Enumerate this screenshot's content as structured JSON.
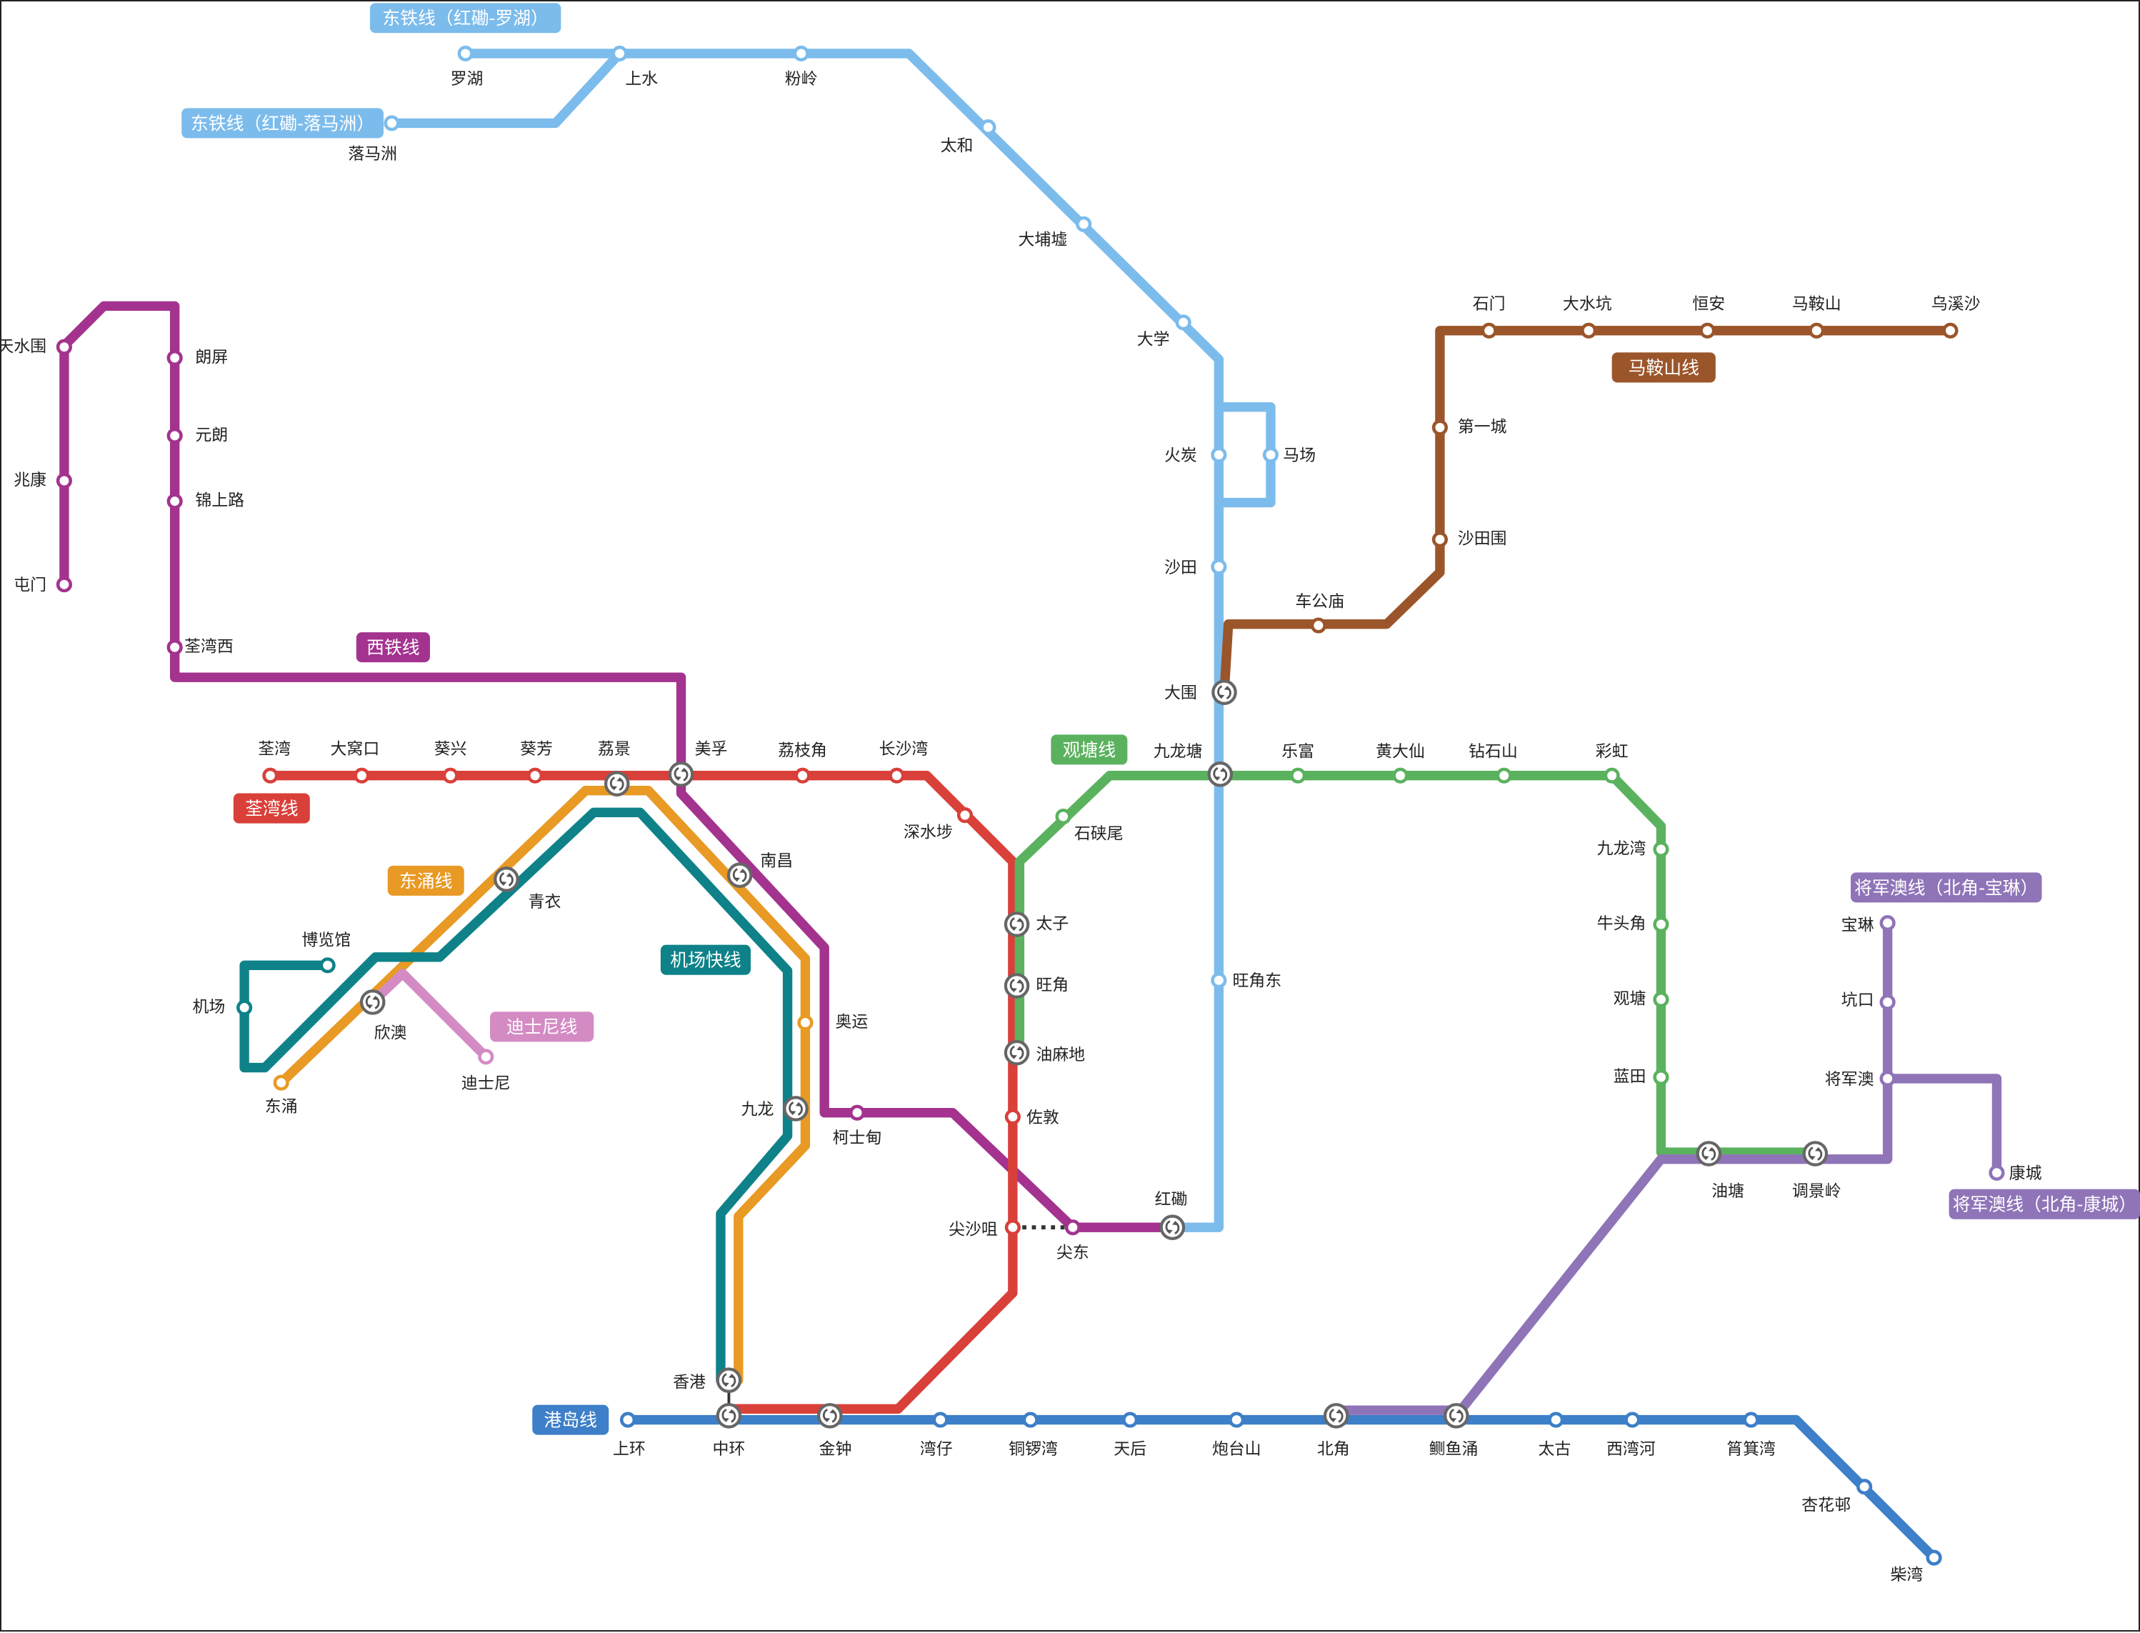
{
  "title": "香港地铁线路图",
  "colors": {
    "east_rail": "#7cbcec",
    "west_rail": "#a3338f",
    "tsuen_wan": "#d9403a",
    "tung_chung": "#e89a24",
    "airport_express": "#0e8288",
    "disneyland": "#d48bc4",
    "kwun_tong": "#5bb25e",
    "ma_on_shan": "#9b552a",
    "island": "#3d7fc8",
    "tseung_kwan_o": "#8f74b8",
    "interchange_ring": "#666666"
  },
  "line_badges": [
    {
      "id": "east-rail-lowu",
      "label": "东铁线（红磡-罗湖）",
      "color_key": "east_rail"
    },
    {
      "id": "east-rail-lokmachau",
      "label": "东铁线（红磡-落马洲）",
      "color_key": "east_rail"
    },
    {
      "id": "west-rail",
      "label": "西铁线",
      "color_key": "west_rail"
    },
    {
      "id": "tsuen-wan",
      "label": "荃湾线",
      "color_key": "tsuen_wan"
    },
    {
      "id": "tung-chung",
      "label": "东涌线",
      "color_key": "tung_chung"
    },
    {
      "id": "airport-express",
      "label": "机场快线",
      "color_key": "airport_express"
    },
    {
      "id": "disneyland",
      "label": "迪士尼线",
      "color_key": "disneyland"
    },
    {
      "id": "kwun-tong",
      "label": "观塘线",
      "color_key": "kwun_tong"
    },
    {
      "id": "ma-on-shan",
      "label": "马鞍山线",
      "color_key": "ma_on_shan"
    },
    {
      "id": "island",
      "label": "港岛线",
      "color_key": "island"
    },
    {
      "id": "tko-polam",
      "label": "将军澳线（北角-宝琳）",
      "color_key": "tseung_kwan_o"
    },
    {
      "id": "tko-lohas",
      "label": "将军澳线（北角-康城）",
      "color_key": "tseung_kwan_o"
    }
  ],
  "stations": [
    {
      "id": "lowu",
      "name": "罗湖",
      "line": "east_rail",
      "interchange": false
    },
    {
      "id": "lokmachau",
      "name": "落马洲",
      "line": "east_rail",
      "interchange": false
    },
    {
      "id": "sheungshui",
      "name": "上水",
      "line": "east_rail",
      "interchange": false
    },
    {
      "id": "fanling",
      "name": "粉岭",
      "line": "east_rail",
      "interchange": false
    },
    {
      "id": "taiwo",
      "name": "太和",
      "line": "east_rail",
      "interchange": false
    },
    {
      "id": "taipomarket",
      "name": "大埔墟",
      "line": "east_rail",
      "interchange": false
    },
    {
      "id": "university",
      "name": "大学",
      "line": "east_rail",
      "interchange": false
    },
    {
      "id": "fotan",
      "name": "火炭",
      "line": "east_rail",
      "interchange": false
    },
    {
      "id": "racecourse",
      "name": "马场",
      "line": "east_rail",
      "interchange": false
    },
    {
      "id": "shatin",
      "name": "沙田",
      "line": "east_rail",
      "interchange": false
    },
    {
      "id": "taiwai",
      "name": "大围",
      "line": "east_rail",
      "interchange": true
    },
    {
      "id": "kowloontong",
      "name": "九龙塘",
      "line": "east_rail",
      "interchange": true
    },
    {
      "id": "mongkokeast",
      "name": "旺角东",
      "line": "east_rail",
      "interchange": false
    },
    {
      "id": "hunghom",
      "name": "红磡",
      "line": "east_rail",
      "interchange": true
    },
    {
      "id": "tinshuiwai",
      "name": "天水围",
      "line": "west_rail",
      "interchange": false
    },
    {
      "id": "siuhong",
      "name": "兆康",
      "line": "west_rail",
      "interchange": false
    },
    {
      "id": "tuenmun",
      "name": "屯门",
      "line": "west_rail",
      "interchange": false
    },
    {
      "id": "longping",
      "name": "朗屏",
      "line": "west_rail",
      "interchange": false
    },
    {
      "id": "yuenlong",
      "name": "元朗",
      "line": "west_rail",
      "interchange": false
    },
    {
      "id": "kamsheungroad",
      "name": "锦上路",
      "line": "west_rail",
      "interchange": false
    },
    {
      "id": "tsuenwanwest",
      "name": "荃湾西",
      "line": "west_rail",
      "interchange": false
    },
    {
      "id": "meifoo",
      "name": "美孚",
      "line": "west_rail",
      "interchange": true
    },
    {
      "id": "namcheong",
      "name": "南昌",
      "line": "west_rail",
      "interchange": true
    },
    {
      "id": "austin",
      "name": "柯士甸",
      "line": "west_rail",
      "interchange": false
    },
    {
      "id": "etsimshatsui",
      "name": "尖东",
      "line": "west_rail",
      "interchange": false
    },
    {
      "id": "tsuenwan",
      "name": "荃湾",
      "line": "tsuen_wan",
      "interchange": false
    },
    {
      "id": "taiwohau",
      "name": "大窝口",
      "line": "tsuen_wan",
      "interchange": false
    },
    {
      "id": "kwaihing",
      "name": "葵兴",
      "line": "tsuen_wan",
      "interchange": false
    },
    {
      "id": "kwaifong",
      "name": "葵芳",
      "line": "tsuen_wan",
      "interchange": false
    },
    {
      "id": "laiking",
      "name": "荔景",
      "line": "tsuen_wan",
      "interchange": true
    },
    {
      "id": "laichikok",
      "name": "荔枝角",
      "line": "tsuen_wan",
      "interchange": false
    },
    {
      "id": "cheungshawan",
      "name": "长沙湾",
      "line": "tsuen_wan",
      "interchange": false
    },
    {
      "id": "shamshuipo",
      "name": "深水埗",
      "line": "tsuen_wan",
      "interchange": false
    },
    {
      "id": "princeedward",
      "name": "太子",
      "line": "tsuen_wan",
      "interchange": true
    },
    {
      "id": "mongkok",
      "name": "旺角",
      "line": "tsuen_wan",
      "interchange": true
    },
    {
      "id": "yaumatei",
      "name": "油麻地",
      "line": "tsuen_wan",
      "interchange": true
    },
    {
      "id": "jordan",
      "name": "佐敦",
      "line": "tsuen_wan",
      "interchange": false
    },
    {
      "id": "tsimshatsui",
      "name": "尖沙咀",
      "line": "tsuen_wan",
      "interchange": false
    },
    {
      "id": "tsingyi",
      "name": "青衣",
      "line": "tung_chung",
      "interchange": true
    },
    {
      "id": "sunnybay",
      "name": "欣澳",
      "line": "tung_chung",
      "interchange": true
    },
    {
      "id": "tungchung",
      "name": "东涌",
      "line": "tung_chung",
      "interchange": false
    },
    {
      "id": "olympic",
      "name": "奥运",
      "line": "tung_chung",
      "interchange": false
    },
    {
      "id": "kowloon",
      "name": "九龙",
      "line": "tung_chung",
      "interchange": true
    },
    {
      "id": "hongkong",
      "name": "香港",
      "line": "tung_chung",
      "interchange": true
    },
    {
      "id": "airport",
      "name": "机场",
      "line": "airport_express",
      "interchange": false
    },
    {
      "id": "asiaworldexpo",
      "name": "博览馆",
      "line": "airport_express",
      "interchange": false
    },
    {
      "id": "disneyresort",
      "name": "迪士尼",
      "line": "disneyland",
      "interchange": false
    },
    {
      "id": "shekkipmei",
      "name": "石硖尾",
      "line": "kwun_tong",
      "interchange": false
    },
    {
      "id": "lokfu",
      "name": "乐富",
      "line": "kwun_tong",
      "interchange": false
    },
    {
      "id": "wongtaisin",
      "name": "黄大仙",
      "line": "kwun_tong",
      "interchange": false
    },
    {
      "id": "diamondhill",
      "name": "钻石山",
      "line": "kwun_tong",
      "interchange": false
    },
    {
      "id": "choihung",
      "name": "彩虹",
      "line": "kwun_tong",
      "interchange": false
    },
    {
      "id": "kowloonbay",
      "name": "九龙湾",
      "line": "kwun_tong",
      "interchange": false
    },
    {
      "id": "ngautaukok",
      "name": "牛头角",
      "line": "kwun_tong",
      "interchange": false
    },
    {
      "id": "kwuntong",
      "name": "观塘",
      "line": "kwun_tong",
      "interchange": false
    },
    {
      "id": "lamtin",
      "name": "蓝田",
      "line": "kwun_tong",
      "interchange": false
    },
    {
      "id": "yautong",
      "name": "油塘",
      "line": "kwun_tong",
      "interchange": true
    },
    {
      "id": "tiukengleng",
      "name": "调景岭",
      "line": "kwun_tong",
      "interchange": true
    },
    {
      "id": "chekungtemple",
      "name": "车公庙",
      "line": "ma_on_shan",
      "interchange": false
    },
    {
      "id": "shatinwai",
      "name": "沙田围",
      "line": "ma_on_shan",
      "interchange": false
    },
    {
      "id": "cityone",
      "name": "第一城",
      "line": "ma_on_shan",
      "interchange": false
    },
    {
      "id": "shekmun",
      "name": "石门",
      "line": "ma_on_shan",
      "interchange": false
    },
    {
      "id": "taishuihang",
      "name": "大水坑",
      "line": "ma_on_shan",
      "interchange": false
    },
    {
      "id": "hengon",
      "name": "恒安",
      "line": "ma_on_shan",
      "interchange": false
    },
    {
      "id": "maonshan",
      "name": "马鞍山",
      "line": "ma_on_shan",
      "interchange": false
    },
    {
      "id": "wukaisha",
      "name": "乌溪沙",
      "line": "ma_on_shan",
      "interchange": false
    },
    {
      "id": "sheungwan",
      "name": "上环",
      "line": "island",
      "interchange": false
    },
    {
      "id": "central",
      "name": "中环",
      "line": "island",
      "interchange": true
    },
    {
      "id": "admiralty",
      "name": "金钟",
      "line": "island",
      "interchange": true
    },
    {
      "id": "wanchai",
      "name": "湾仔",
      "line": "island",
      "interchange": false
    },
    {
      "id": "causewaybay",
      "name": "铜锣湾",
      "line": "island",
      "interchange": false
    },
    {
      "id": "tinhau",
      "name": "天后",
      "line": "island",
      "interchange": false
    },
    {
      "id": "fortresshill",
      "name": "炮台山",
      "line": "island",
      "interchange": false
    },
    {
      "id": "northpoint",
      "name": "北角",
      "line": "island",
      "interchange": true
    },
    {
      "id": "quarrybay",
      "name": "鲗鱼涌",
      "line": "island",
      "interchange": true
    },
    {
      "id": "taikoo",
      "name": "太古",
      "line": "island",
      "interchange": false
    },
    {
      "id": "saiwanho",
      "name": "西湾河",
      "line": "island",
      "interchange": false
    },
    {
      "id": "shaukeiwan",
      "name": "筲箕湾",
      "line": "island",
      "interchange": false
    },
    {
      "id": "hengfachuen",
      "name": "杏花邨",
      "line": "island",
      "interchange": false
    },
    {
      "id": "chaiwan",
      "name": "柴湾",
      "line": "island",
      "interchange": false
    },
    {
      "id": "polam",
      "name": "宝琳",
      "line": "tseung_kwan_o",
      "interchange": false
    },
    {
      "id": "hanghau",
      "name": "坑口",
      "line": "tseung_kwan_o",
      "interchange": false
    },
    {
      "id": "tseungkwano",
      "name": "将军澳",
      "line": "tseung_kwan_o",
      "interchange": false
    },
    {
      "id": "lohaspark",
      "name": "康城",
      "line": "tseung_kwan_o",
      "interchange": false
    }
  ]
}
